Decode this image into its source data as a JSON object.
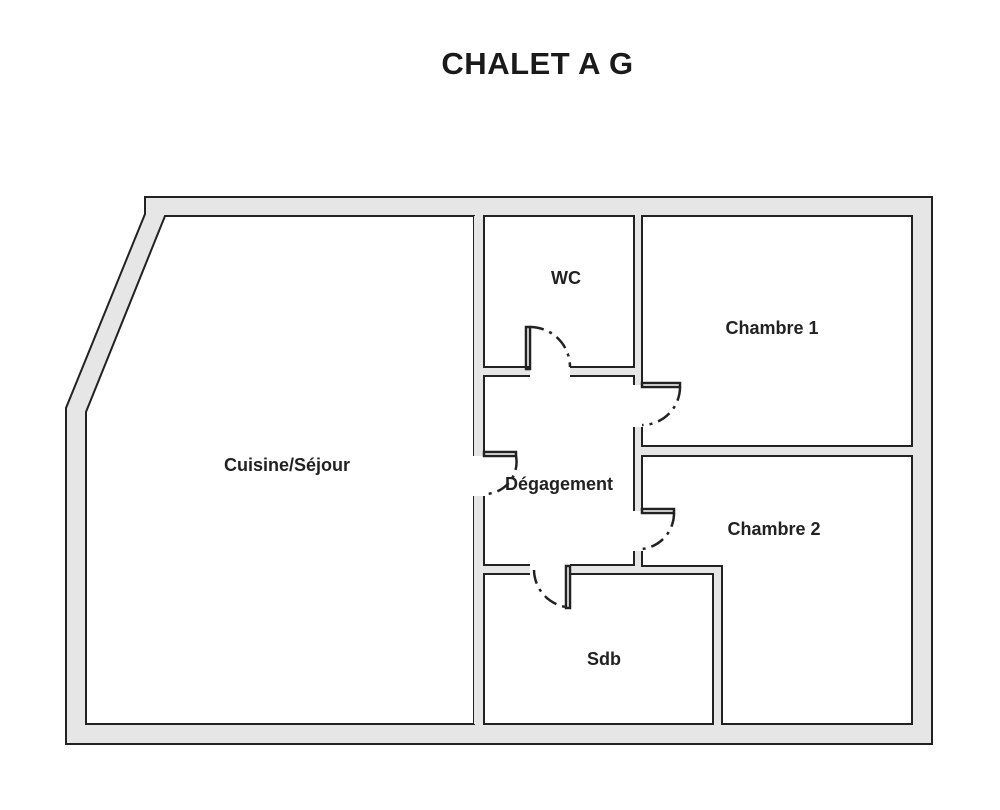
{
  "title": "CHALET A G",
  "rooms": {
    "cuisine_sejour": "Cuisine/Séjour",
    "wc": "WC",
    "chambre_1": "Chambre 1",
    "chambre_2": "Chambre 2",
    "degagement": "Dégagement",
    "sdb": "Sdb"
  }
}
